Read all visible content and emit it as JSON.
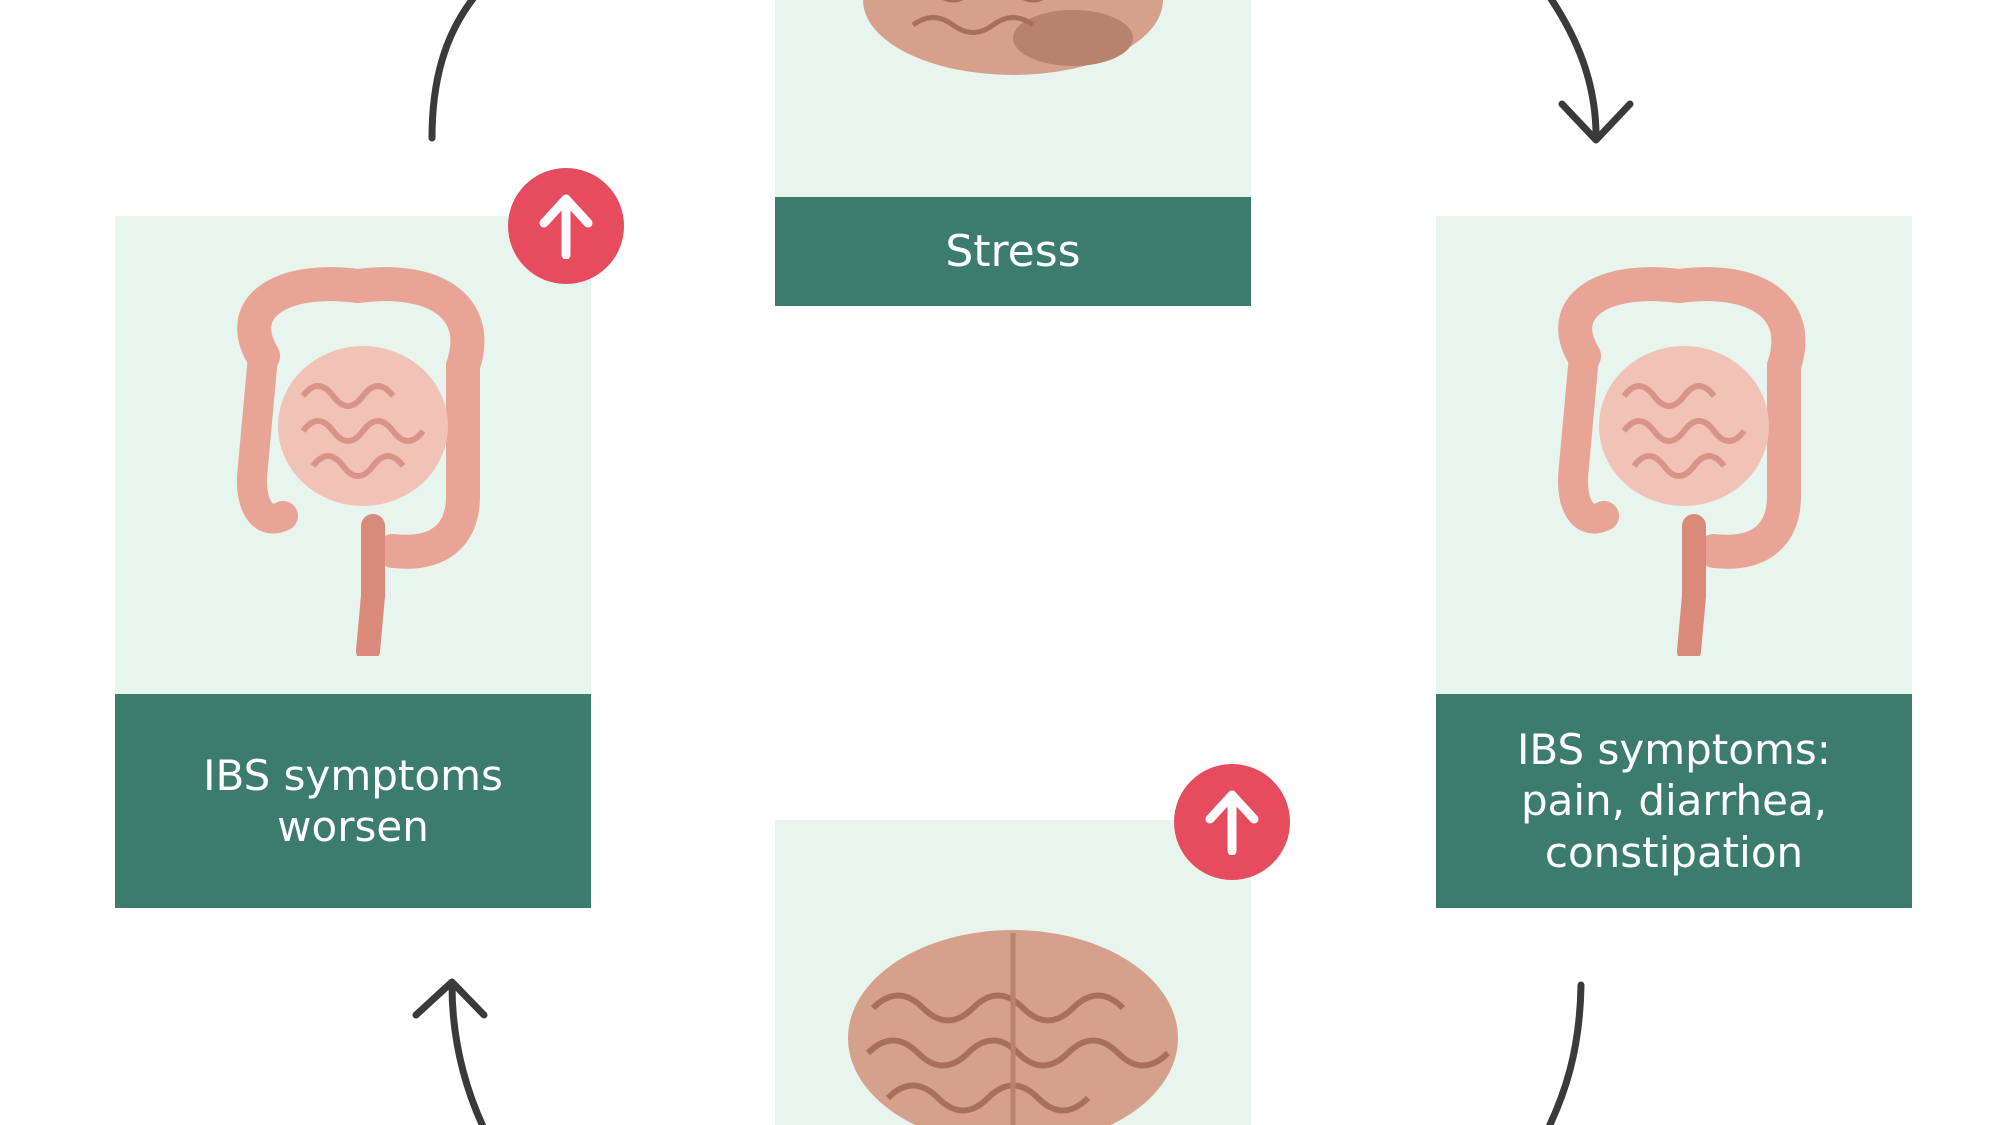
{
  "nodes": {
    "stress": {
      "label": "Stress"
    },
    "ibs_symptoms": {
      "label": "IBS symptoms:\npain, diarrhea,\nconstipation"
    },
    "ibs_worsen": {
      "label": "IBS symptoms\nworsen"
    }
  },
  "colors": {
    "card_bg": "#e8f5ee",
    "label_bg": "#3c7c6c",
    "badge_bg": "#e64b5e",
    "arrow": "#3a3a3a",
    "brain": "#d6a18a",
    "intestine": "#e8a494"
  },
  "icons": {
    "increase": "arrow-up-icon",
    "brain": "brain-icon",
    "intestine": "intestine-icon"
  }
}
